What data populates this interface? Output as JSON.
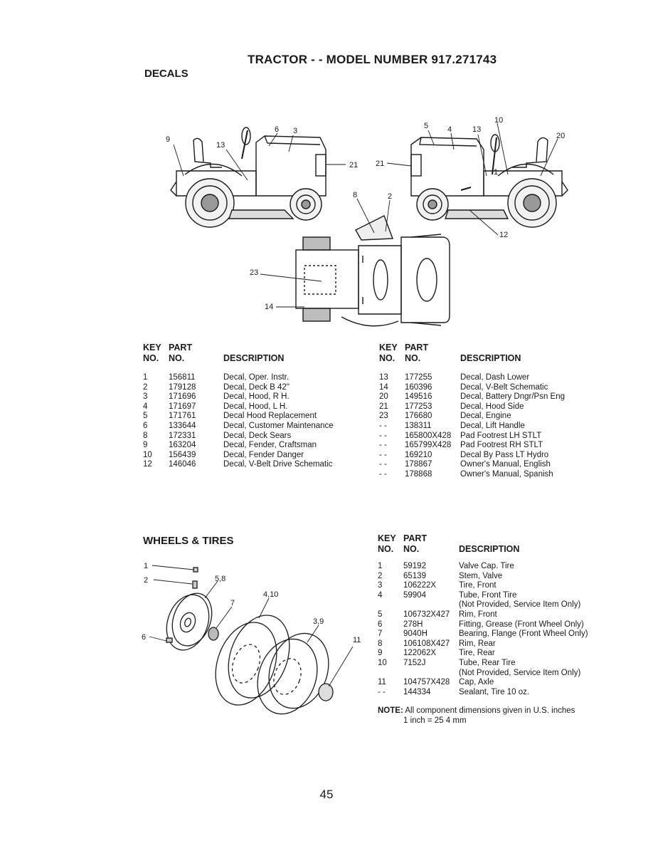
{
  "title": "TRACTOR - - MODEL NUMBER 917.271743",
  "decals": {
    "heading": "DECALS",
    "diagram_callouts": {
      "left_tractor": [
        "9",
        "13",
        "6",
        "3",
        "21"
      ],
      "right_tractor": [
        "10",
        "5",
        "4",
        "13",
        "20",
        "21",
        "1",
        "12"
      ],
      "top_view": [
        "8",
        "2",
        "23",
        "14"
      ]
    },
    "columns": {
      "key_no": [
        "KEY",
        "NO."
      ],
      "part_no": [
        "PART",
        "NO."
      ],
      "description": "DESCRIPTION"
    },
    "left_rows": [
      {
        "key": "1",
        "part": "156811",
        "desc": "Decal, Oper. Instr."
      },
      {
        "key": "2",
        "part": "179128",
        "desc": "Decal, Deck B 42\""
      },
      {
        "key": "3",
        "part": "171696",
        "desc": "Decal, Hood, R H."
      },
      {
        "key": "4",
        "part": "171697",
        "desc": "Decal, Hood, L H."
      },
      {
        "key": "5",
        "part": "171761",
        "desc": "Decal Hood Replacement"
      },
      {
        "key": "6",
        "part": "133644",
        "desc": "Decal, Customer Maintenance"
      },
      {
        "key": "8",
        "part": "172331",
        "desc": "Decal, Deck Sears"
      },
      {
        "key": "9",
        "part": "163204",
        "desc": "Decal, Fender, Craftsman"
      },
      {
        "key": "10",
        "part": "156439",
        "desc": "Decal, Fender Danger"
      },
      {
        "key": "12",
        "part": "146046",
        "desc": "Decal, V-Belt Drive Schematic"
      }
    ],
    "right_rows": [
      {
        "key": "13",
        "part": "177255",
        "desc": "Decal, Dash Lower"
      },
      {
        "key": "14",
        "part": "160396",
        "desc": "Decal, V-Belt Schematic"
      },
      {
        "key": "20",
        "part": "149516",
        "desc": "Decal, Battery Dngr/Psn Eng"
      },
      {
        "key": "21",
        "part": "177253",
        "desc": "Decal, Hood Side"
      },
      {
        "key": "23",
        "part": "176680",
        "desc": "Decal, Engine"
      },
      {
        "key": "- -",
        "part": "138311",
        "desc": "Decal, Lift Handle"
      },
      {
        "key": "- -",
        "part": "165800X428",
        "desc": "Pad Footrest LH STLT"
      },
      {
        "key": "- -",
        "part": "165799X428",
        "desc": "Pad Footrest RH STLT"
      },
      {
        "key": "- -",
        "part": "169210",
        "desc": "Decal By Pass LT Hydro"
      },
      {
        "key": "- -",
        "part": "178867",
        "desc": "Owner's Manual, English"
      },
      {
        "key": "- -",
        "part": "178868",
        "desc": "Owner's Manual, Spanish"
      }
    ]
  },
  "wheels": {
    "heading": "WHEELS & TIRES",
    "diagram_callouts": [
      "1",
      "2",
      "5,8",
      "4,10",
      "7",
      "3,9",
      "11",
      "6"
    ],
    "rows": [
      {
        "key": "1",
        "part": "59192",
        "desc": "Valve Cap. Tire"
      },
      {
        "key": "2",
        "part": "65139",
        "desc": "Stem, Valve"
      },
      {
        "key": "3",
        "part": "106222X",
        "desc": "Tire, Front"
      },
      {
        "key": "4",
        "part": "59904",
        "desc": "Tube, Front Tire"
      },
      {
        "key": "",
        "part": "",
        "desc": "(Not Provided, Service Item Only)"
      },
      {
        "key": "5",
        "part": "106732X427",
        "desc": "Rim, Front"
      },
      {
        "key": "6",
        "part": "278H",
        "desc": "Fitting, Grease (Front Wheel Only)"
      },
      {
        "key": "7",
        "part": "9040H",
        "desc": "Bearing, Flange (Front Wheel Only)"
      },
      {
        "key": "8",
        "part": "106108X427",
        "desc": "Rim, Rear"
      },
      {
        "key": "9",
        "part": "122062X",
        "desc": "Tire, Rear"
      },
      {
        "key": "10",
        "part": "7152J",
        "desc": "Tube, Rear Tire"
      },
      {
        "key": "",
        "part": "",
        "desc": "(Not Provided, Service Item Only)"
      },
      {
        "key": "11",
        "part": "104757X428",
        "desc": "Cap, Axle"
      },
      {
        "key": "- -",
        "part": "144334",
        "desc": "Sealant, Tire 10 oz."
      }
    ],
    "note_label": "NOTE:",
    "note_text": "All component dimensions given in U.S. inches",
    "note_line2": "1 inch = 25 4 mm"
  },
  "page_number": "45"
}
